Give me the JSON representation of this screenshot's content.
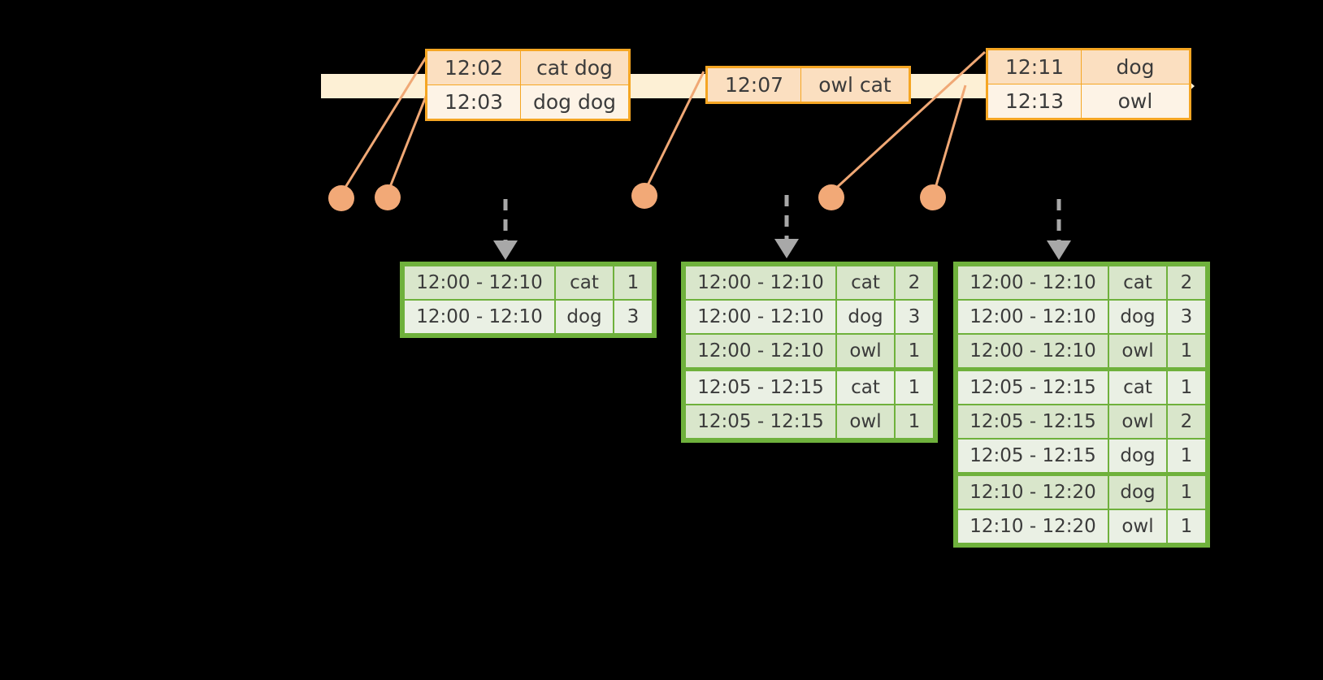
{
  "colors": {
    "background": "#000000",
    "timeline_fill": "#FDF0D5",
    "event_border": "#F5A623",
    "event_row_a": "#FBDFC0",
    "event_row_b": "#FDF3E6",
    "dot_fill": "#F2A977",
    "connector": "#F0A875",
    "result_border": "#6FB13C",
    "result_row_a": "#D9E6CB",
    "result_row_b": "#EAF0E4",
    "dashed_arrow": "#A8A8A8",
    "text": "#3b3b3b"
  },
  "timeline": {
    "name": "event-stream-timeline",
    "events": [
      {
        "id": "event-group-1",
        "rows": [
          {
            "time": "12:02",
            "words": "cat dog"
          },
          {
            "time": "12:03",
            "words": "dog dog"
          }
        ]
      },
      {
        "id": "event-group-2",
        "rows": [
          {
            "time": "12:07",
            "words": "owl cat"
          }
        ]
      },
      {
        "id": "event-group-3",
        "rows": [
          {
            "time": "12:11",
            "words": "dog"
          },
          {
            "time": "12:13",
            "words": "owl"
          }
        ]
      }
    ]
  },
  "dots": [
    {
      "name": "event-dot-1202"
    },
    {
      "name": "event-dot-1203"
    },
    {
      "name": "event-dot-1207"
    },
    {
      "name": "event-dot-1211"
    },
    {
      "name": "event-dot-1213"
    }
  ],
  "results": [
    {
      "id": "result-table-1",
      "rows": [
        {
          "range": "12:00 - 12:10",
          "word": "cat",
          "count": "1",
          "group": 0
        },
        {
          "range": "12:00 - 12:10",
          "word": "dog",
          "count": "3",
          "group": 0
        }
      ]
    },
    {
      "id": "result-table-2",
      "rows": [
        {
          "range": "12:00 - 12:10",
          "word": "cat",
          "count": "2",
          "group": 0
        },
        {
          "range": "12:00 - 12:10",
          "word": "dog",
          "count": "3",
          "group": 0
        },
        {
          "range": "12:00 - 12:10",
          "word": "owl",
          "count": "1",
          "group": 0
        },
        {
          "range": "12:05 - 12:15",
          "word": "cat",
          "count": "1",
          "group": 1
        },
        {
          "range": "12:05 - 12:15",
          "word": "owl",
          "count": "1",
          "group": 1
        }
      ]
    },
    {
      "id": "result-table-3",
      "rows": [
        {
          "range": "12:00 - 12:10",
          "word": "cat",
          "count": "2",
          "group": 0
        },
        {
          "range": "12:00 - 12:10",
          "word": "dog",
          "count": "3",
          "group": 0
        },
        {
          "range": "12:00 - 12:10",
          "word": "owl",
          "count": "1",
          "group": 0
        },
        {
          "range": "12:05 - 12:15",
          "word": "cat",
          "count": "1",
          "group": 1
        },
        {
          "range": "12:05 - 12:15",
          "word": "owl",
          "count": "2",
          "group": 1
        },
        {
          "range": "12:05 - 12:15",
          "word": "dog",
          "count": "1",
          "group": 1
        },
        {
          "range": "12:10 - 12:20",
          "word": "dog",
          "count": "1",
          "group": 2
        },
        {
          "range": "12:10 - 12:20",
          "word": "owl",
          "count": "1",
          "group": 2
        }
      ]
    }
  ]
}
